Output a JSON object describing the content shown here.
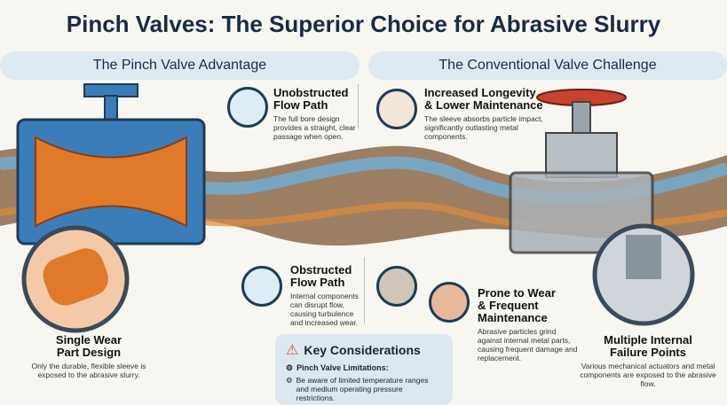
{
  "title": "Pinch Valves: The Superior Choice for Abrasive Slurry",
  "left_header": "The Pinch Valve Advantage",
  "right_header": "The Conventional Valve Challenge",
  "cards": {
    "unobstructed": {
      "title1": "Unobstructed",
      "title2": "Flow Path",
      "text": "The full bore design provides a straight, clear passage when open."
    },
    "longevity": {
      "title1": "Increased Longevity",
      "title2": "& Lower Maintenance",
      "text": "The sleeve absorbs particle impact, significantly outlasting metal components."
    },
    "obstructed": {
      "title1": "Obstructed",
      "title2": "Flow Path",
      "text": "Internal components can disrupt flow, causing turbulence and increased wear."
    },
    "wear": {
      "title1": "Prone to Wear",
      "title2": "& Frequent",
      "title3": "Maintenance",
      "text": "Abrasive particles grind against internal metal parts, causing frequent damage and replacement."
    },
    "single": {
      "title1": "Single Wear",
      "title2": "Part Design",
      "text": "Only the durable, flexible sleeve is exposed to the abrasive slurry."
    },
    "multiple": {
      "title1": "Multiple Internal",
      "title2": "Failure Points",
      "text": "Various mechanical actuators and metal components are exposed to the abrasive flow."
    }
  },
  "key": {
    "title": "Key Considerations",
    "subtitle": "Pinch Valve Limitations:",
    "text": "Be aware of limited temperature ranges and medium operating pressure restrictions."
  },
  "colors": {
    "navy": "#1b2a44",
    "orange": "#e07a2a",
    "blue": "#3a7db8",
    "slurry": "#9a6a3a"
  }
}
